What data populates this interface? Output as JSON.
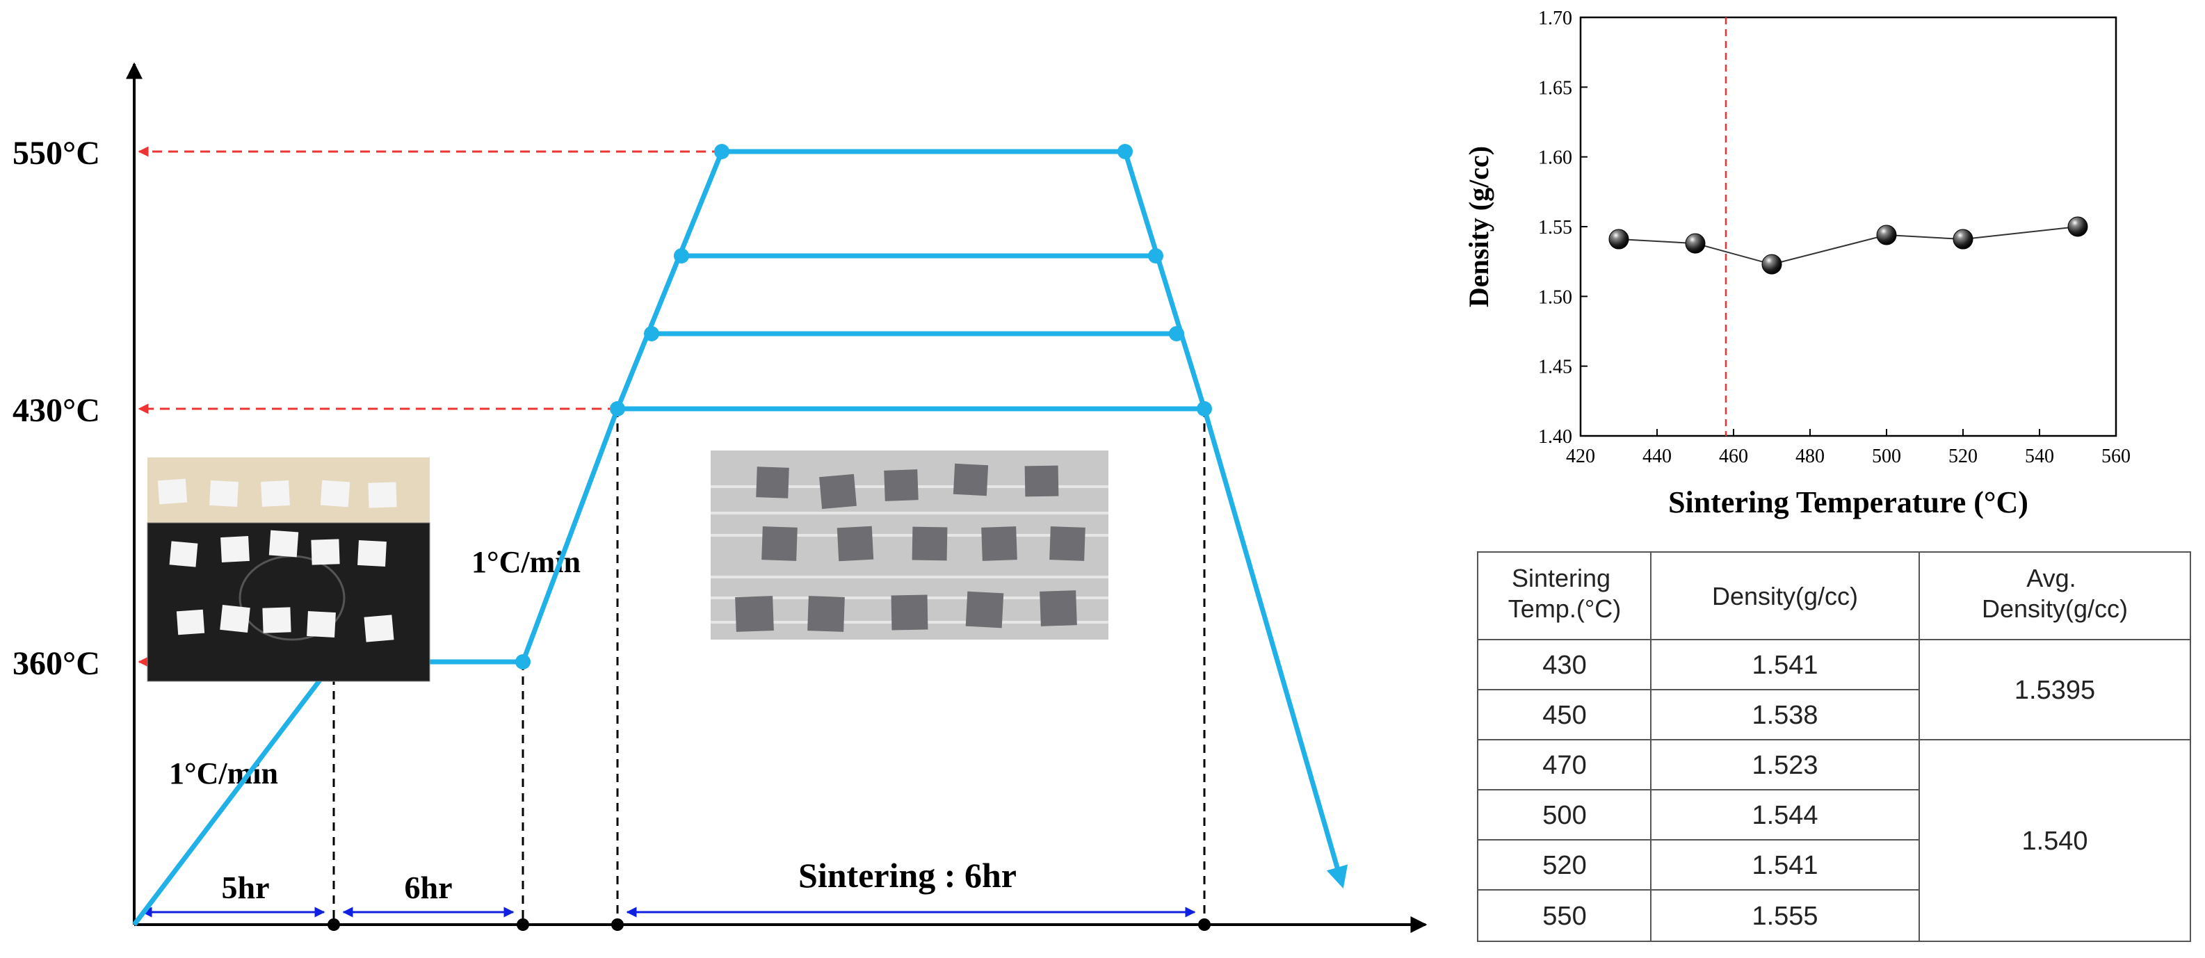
{
  "profile": {
    "temp_labels": [
      "550°C",
      "430°C",
      "360°C"
    ],
    "rate_label_upper": "1°C/min",
    "rate_label_lower": "1°C/min",
    "duration_labels": [
      "5hr",
      "6hr",
      "Sintering : 6hr"
    ],
    "colors": {
      "line": "#1fb1e8",
      "guide": "#ee3333",
      "span": "#1020e0"
    }
  },
  "chart_data": [
    {
      "type": "line",
      "xlabel": "Sintering Temperature (°C)",
      "ylabel": "Density (g/cc)",
      "xlim": [
        420,
        560
      ],
      "ylim": [
        1.4,
        1.7
      ],
      "xticks": [
        420,
        440,
        460,
        480,
        500,
        520,
        540,
        560
      ],
      "yticks": [
        1.4,
        1.45,
        1.5,
        1.55,
        1.6,
        1.65,
        1.7
      ],
      "reference_line_x": 458,
      "series": [
        {
          "x": [
            430,
            450,
            470,
            500,
            520,
            550
          ],
          "y": [
            1.541,
            1.538,
            1.523,
            1.544,
            1.541,
            1.55
          ]
        }
      ]
    },
    {
      "type": "table",
      "headers": [
        "Sintering Temp.(°C)",
        "Density(g/cc)",
        "Avg. Density(g/cc)"
      ],
      "rows": [
        [
          "430",
          "1.541"
        ],
        [
          "450",
          "1.538"
        ],
        [
          "470",
          "1.523"
        ],
        [
          "500",
          "1.544"
        ],
        [
          "520",
          "1.541"
        ],
        [
          "550",
          "1.555"
        ]
      ],
      "groups": [
        {
          "rows": [
            0,
            1
          ],
          "avg": "1.5395"
        },
        {
          "rows": [
            2,
            3,
            4,
            5
          ],
          "avg": "1.540"
        }
      ]
    }
  ]
}
